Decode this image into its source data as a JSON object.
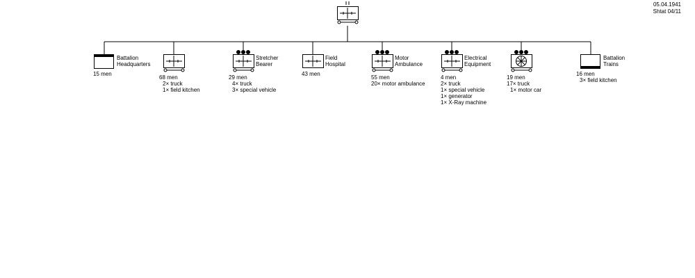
{
  "header": {
    "date": "05.04.1941",
    "doc": "Shtat 04/11"
  },
  "units": [
    {
      "id": "hq",
      "label_lines": [
        "Battalion",
        "Headquarters"
      ],
      "stats": [
        "15 men"
      ]
    },
    {
      "id": "cmp1",
      "label_lines": [],
      "stats": [
        "68 men",
        "2× truck",
        "1× field kitchen"
      ]
    },
    {
      "id": "stretcher",
      "label_lines": [
        "Stretcher",
        "Bearer"
      ],
      "stats": [
        "29 men",
        "4× truck",
        "3× special vehicle"
      ]
    },
    {
      "id": "field",
      "label_lines": [
        "Field",
        "Hospital"
      ],
      "stats": [
        "43 men"
      ]
    },
    {
      "id": "ambulance",
      "label_lines": [
        "Motor",
        "Ambulance"
      ],
      "stats": [
        "55 men",
        "20× motor ambulance"
      ]
    },
    {
      "id": "electric",
      "label_lines": [
        "Electrical",
        "Equipment"
      ],
      "stats": [
        "4 men",
        "2× truck",
        "1× special vehicle",
        "1× generator",
        "1× X-Ray machine"
      ]
    },
    {
      "id": "motor",
      "label_lines": [],
      "stats": [
        "19 men",
        "17× truck",
        "1× motor car"
      ]
    },
    {
      "id": "trains",
      "label_lines": [
        "Battalion",
        "Trains"
      ],
      "stats": [
        "16 men",
        "3× field kitchen"
      ]
    }
  ]
}
